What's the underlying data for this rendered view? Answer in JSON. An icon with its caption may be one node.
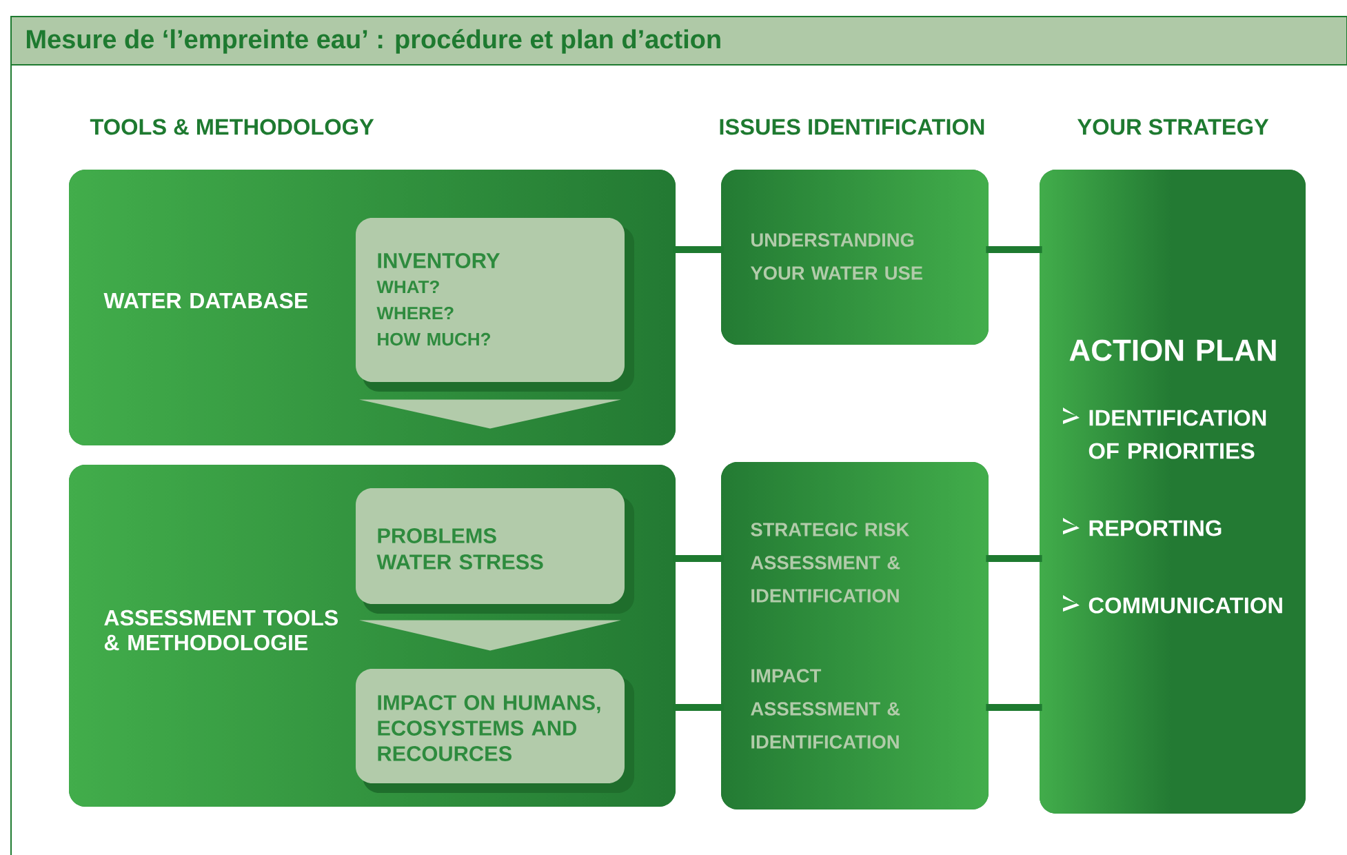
{
  "diagram": {
    "title": "Mesure de ‘l’empreinte eau’ : procédure et plan d’action",
    "nodes": [
      {
        "text": [
          "WATER DATABASE"
        ]
      },
      {
        "text": [
          "INVENTORY",
          "WHAT?",
          "WHERE?",
          "HOW MUCH?"
        ],
        "in": 0
      },
      {
        "text": [
          "ASSESSMENT TOOLS & METHODOLOGIE"
        ]
      },
      {
        "text": [
          "PROBLEMS WATER STRESS"
        ],
        "in": 2
      },
      {
        "text": [
          "IMPACT ON HUMANS, ECOSYSTEMS AND RECOURCES"
        ],
        "in": 2
      },
      {
        "text": [
          "UNDERSTANDING YOUR WATER USE"
        ]
      },
      {
        "text": [
          "STRATEGIC RISK ASSESSMENT & IDENTIFICATION",
          "IMPACT ASSESSMENT & IDENTIFICATION"
        ]
      },
      {
        "text": [
          "ACTION PLAN",
          "IDENTIFICATION OF PRIORITIES",
          "REPORTING",
          "COMMUNICATION"
        ]
      }
    ],
    "edges": [
      {
        "from": 1,
        "to": 3,
        "arrow": "to"
      },
      {
        "from": 3,
        "to": 4,
        "arrow": "to"
      },
      {
        "from": 0,
        "to": 5,
        "arrow": "none"
      },
      {
        "from": 2,
        "to": 6,
        "arrow": "none"
      },
      {
        "from": 2,
        "to": 6,
        "arrow": "none"
      },
      {
        "from": 5,
        "to": 7,
        "arrow": "none"
      },
      {
        "from": 6,
        "to": 7,
        "arrow": "none"
      },
      {
        "from": 6,
        "to": 7,
        "arrow": "none"
      }
    ],
    "labels": [
      "TOOLS & METHODOLOGY",
      "ISSUES IDENTIFICATION",
      "YOUR STRATEGY"
    ]
  }
}
